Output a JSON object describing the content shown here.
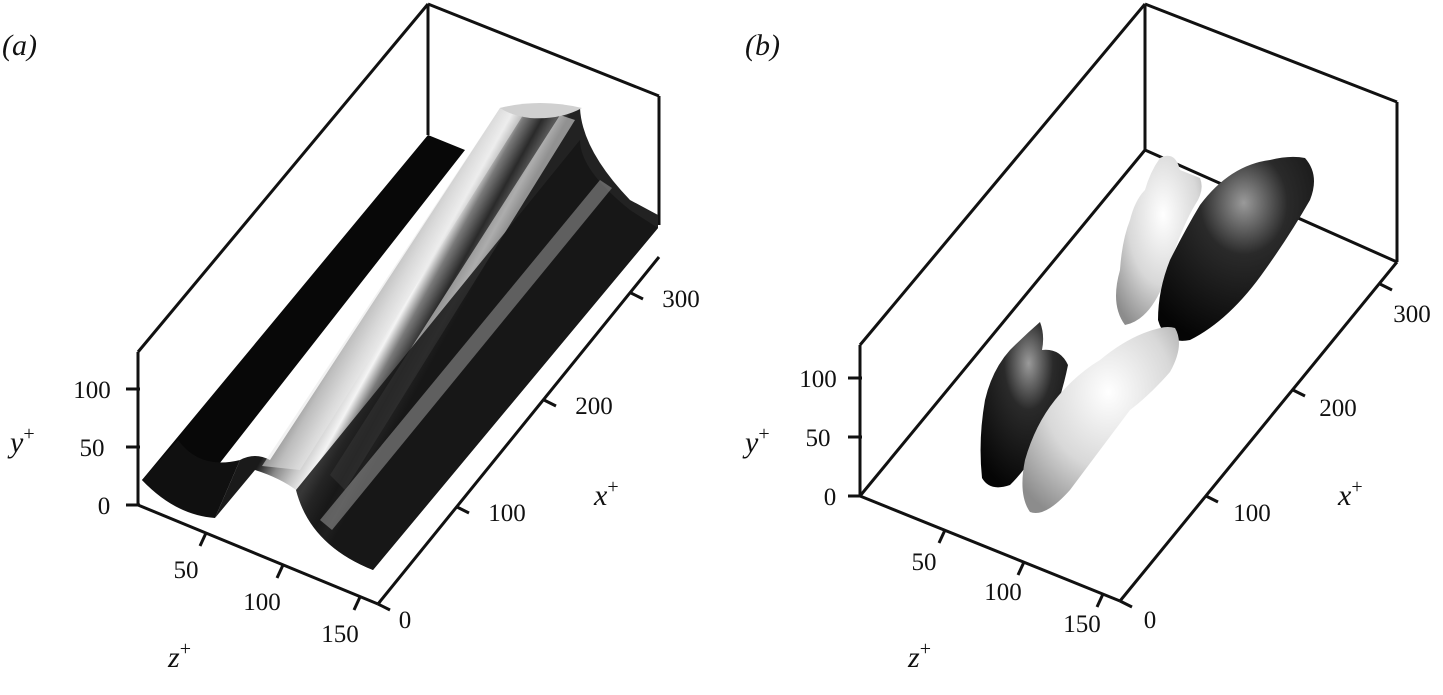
{
  "panels": [
    {
      "label": "(a)",
      "y_label": "y",
      "x_label": "x",
      "z_label": "z",
      "label_sup": "+",
      "y_ticks": [
        "0",
        "50",
        "100"
      ],
      "z_ticks": [
        "50",
        "100",
        "150"
      ],
      "x_ticks": [
        "0",
        "100",
        "200",
        "300"
      ]
    },
    {
      "label": "(b)",
      "y_label": "y",
      "x_label": "x",
      "z_label": "z",
      "label_sup": "+",
      "y_ticks": [
        "0",
        "50",
        "100"
      ],
      "z_ticks": [
        "50",
        "100",
        "150"
      ],
      "x_ticks": [
        "0",
        "100",
        "200",
        "300"
      ]
    }
  ]
}
